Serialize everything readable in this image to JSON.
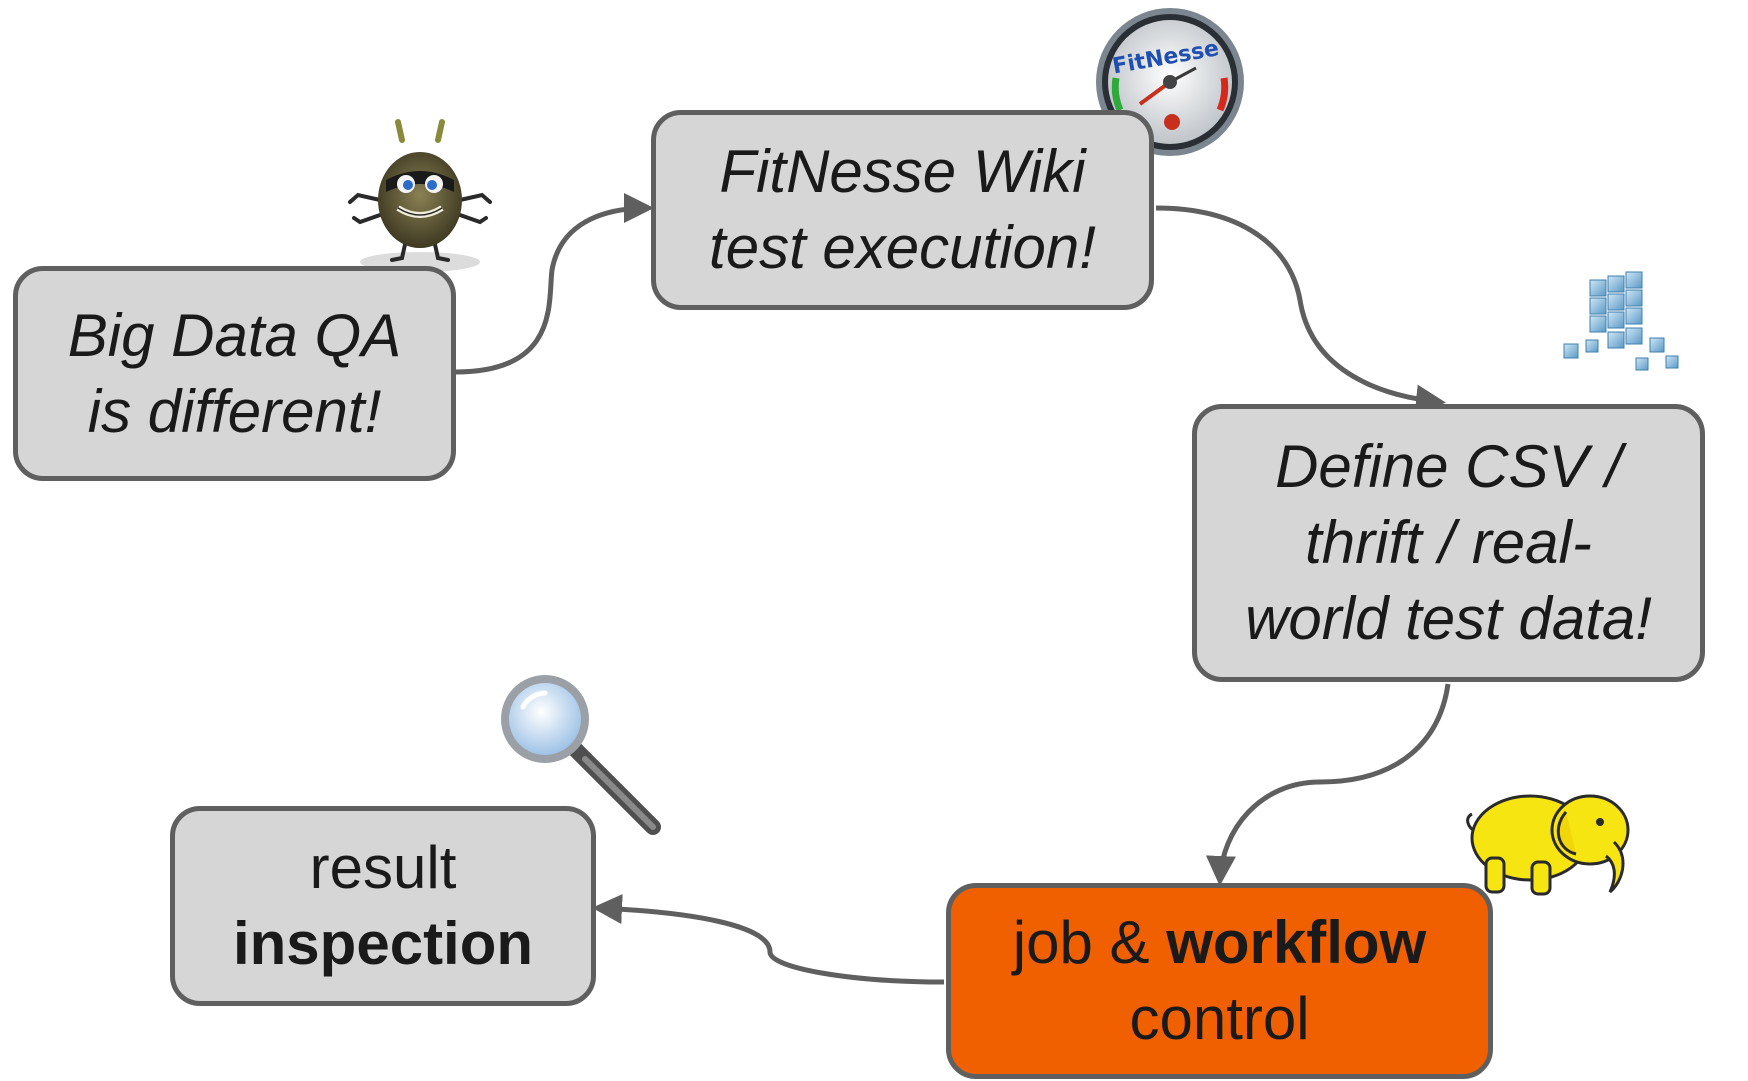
{
  "colors": {
    "box_fill": "#d6d6d6",
    "box_border": "#5f5f5f",
    "highlight_fill": "#f06000",
    "text": "#1a1a1a"
  },
  "nodes": {
    "big_data": {
      "line1": "Big Data QA",
      "line2": "is different!"
    },
    "fitnesse": {
      "line1": "FitNesse Wiki",
      "line2": "test execution!"
    },
    "define": {
      "line1": "Define CSV /",
      "line2": "thrift / real-",
      "line3": "world test data!"
    },
    "job": {
      "line1_normal": "job & ",
      "line1_bold": "workflow",
      "line2": "control"
    },
    "result": {
      "line1": "result",
      "line2": "inspection"
    }
  },
  "icons": {
    "bug": "bug-icon",
    "fitnesse_gauge": "fitnesse-gauge-icon",
    "fitnesse_logo_text": "FitNesse",
    "cubes": "data-cubes-icon",
    "elephant": "hadoop-elephant-icon",
    "magnifier": "magnifier-icon"
  }
}
